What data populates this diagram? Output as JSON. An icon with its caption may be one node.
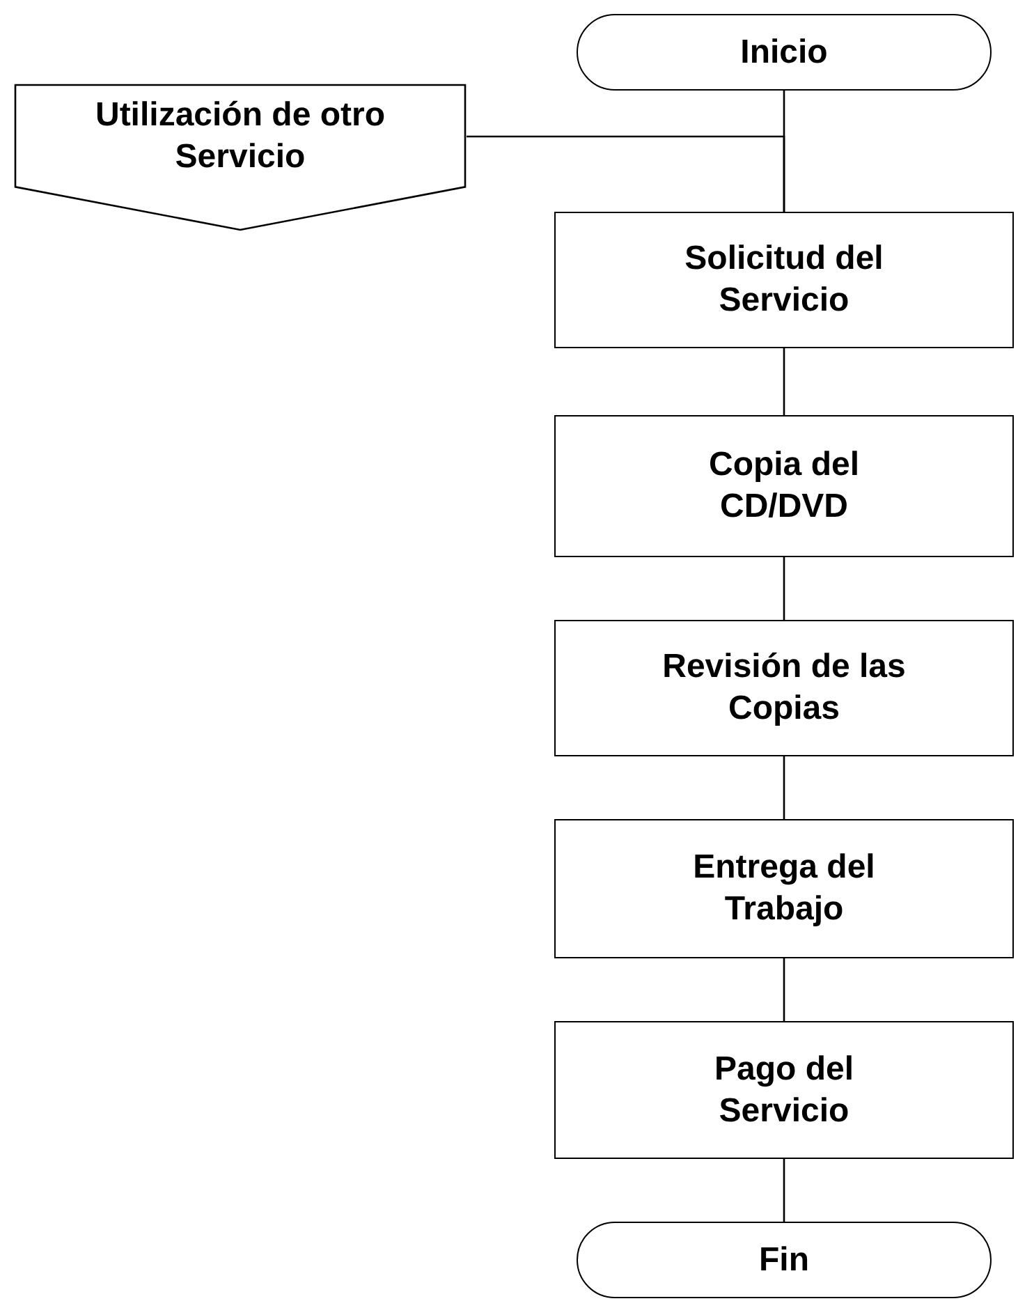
{
  "diagram": {
    "nodes": [
      {
        "text": [
          "Inicio"
        ]
      },
      {
        "text": [
          "Utilización de otro Servicio"
        ]
      },
      {
        "text": [
          "Solicitud del Servicio"
        ]
      },
      {
        "text": [
          "Copia del CD/DVD"
        ]
      },
      {
        "text": [
          "Revisión de las Copias"
        ]
      },
      {
        "text": [
          "Entrega del Trabajo"
        ]
      },
      {
        "text": [
          "Pago del Servicio"
        ]
      },
      {
        "text": [
          "Fin"
        ]
      }
    ],
    "edges": [
      {
        "from": 0,
        "to": 2,
        "arrow": "none"
      },
      {
        "from": 1,
        "to": 2,
        "arrow": "none"
      },
      {
        "from": 2,
        "to": 3,
        "arrow": "none"
      },
      {
        "from": 3,
        "to": 4,
        "arrow": "none"
      },
      {
        "from": 4,
        "to": 5,
        "arrow": "none"
      },
      {
        "from": 5,
        "to": 6,
        "arrow": "none"
      },
      {
        "from": 6,
        "to": 7,
        "arrow": "none"
      }
    ]
  }
}
